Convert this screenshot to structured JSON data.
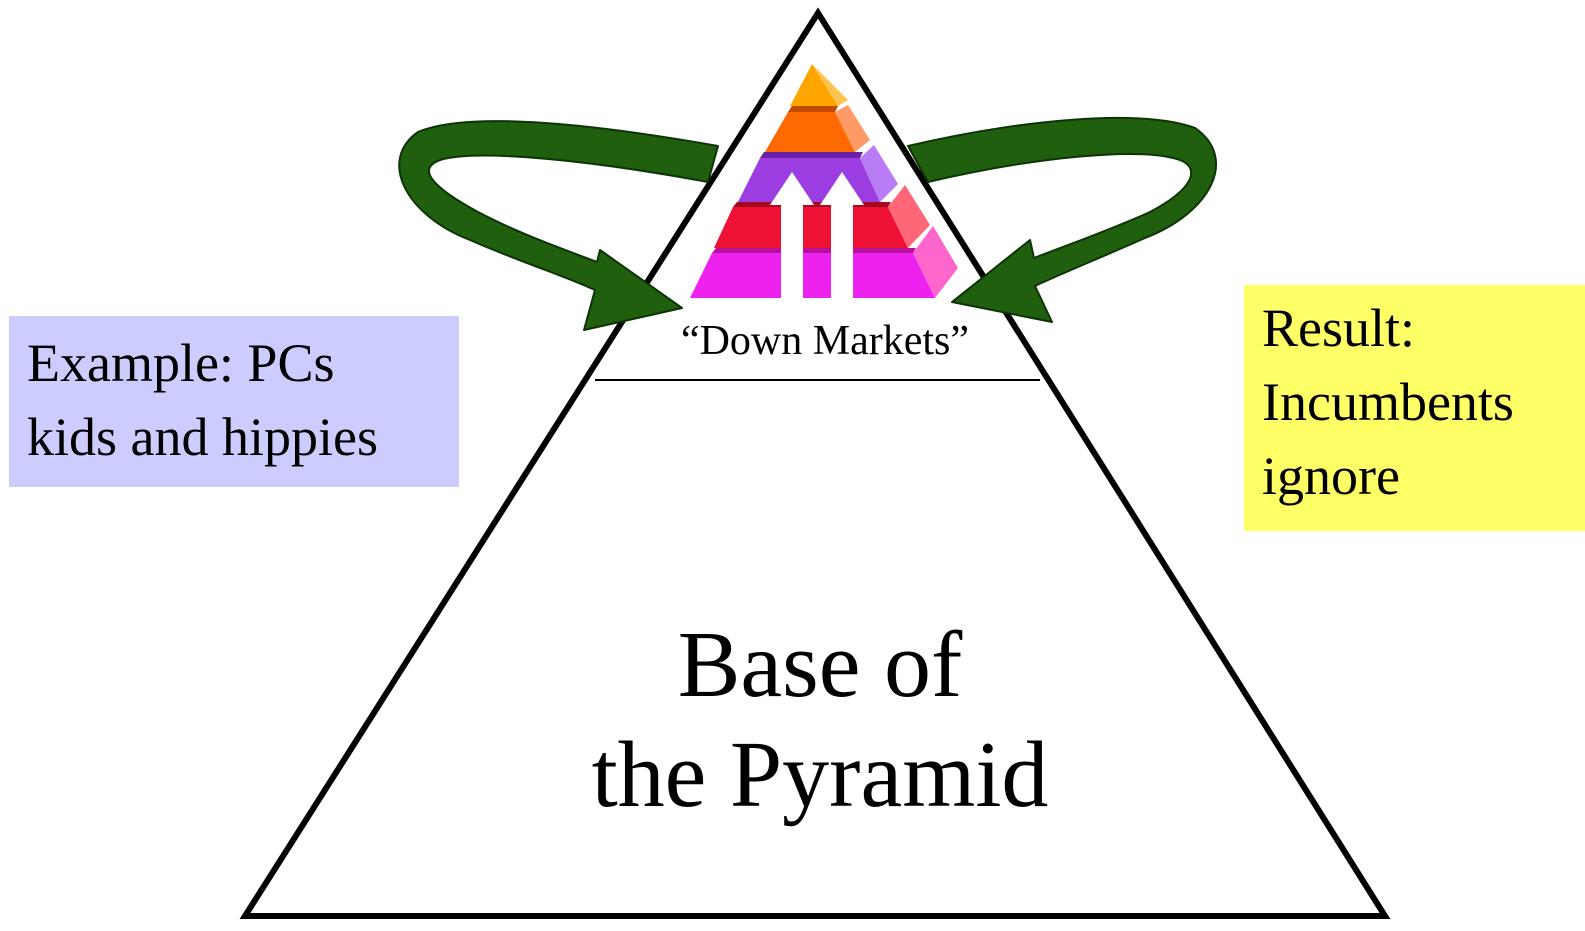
{
  "colors": {
    "example_bg": "#ccccff",
    "result_bg": "#ffff66",
    "arrow_green": "#1f5f0e",
    "pyramid_outline": "#000000",
    "tier_top": "#ffa500",
    "tier_2": "#ff6a00",
    "tier_3": "#9b3de0",
    "tier_4": "#ee1133",
    "tier_5": "#ee22ee",
    "up_arrows": "#ffffff"
  },
  "icons": {
    "mini_pyramid": "stacked-pyramid-icon",
    "curved_arrows": "curved-arrow-icon",
    "up_arrows": "up-arrow-icon"
  },
  "example": {
    "line1": "Example: PCs",
    "line2": "kids and hippies"
  },
  "result": {
    "line1": "Result:",
    "line2": "Incumbents",
    "line3": "ignore"
  },
  "pyramid": {
    "top_label": "“Down Markets”",
    "base_line1": "Base of",
    "base_line2": "the Pyramid"
  }
}
